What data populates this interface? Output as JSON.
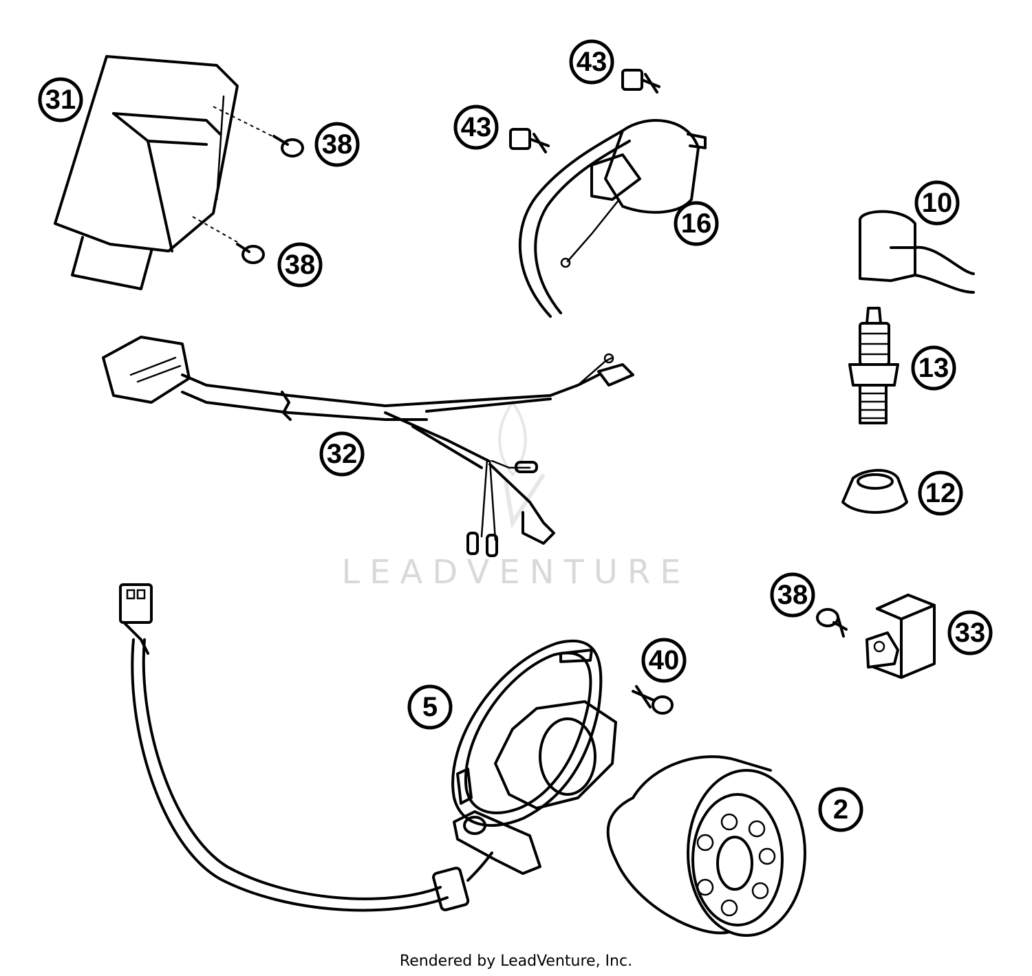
{
  "watermark": "LEADVENTURE",
  "footer": "Rendered by LeadVenture, Inc.",
  "callouts": {
    "c31": "31",
    "c38a": "38",
    "c38b": "38",
    "c43a": "43",
    "c43b": "43",
    "c16": "16",
    "c10": "10",
    "c13": "13",
    "c12": "12",
    "c32": "32",
    "c38c": "38",
    "c33": "33",
    "c40": "40",
    "c5": "5",
    "c2": "2"
  }
}
